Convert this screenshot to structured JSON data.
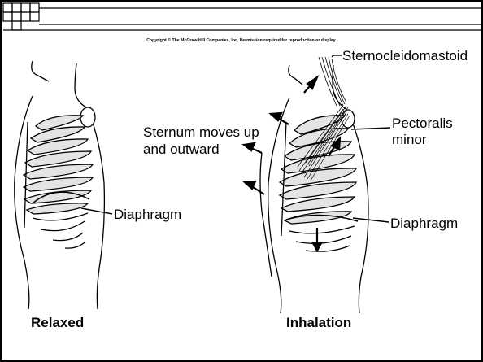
{
  "copyright": "Copyright © The McGraw-Hill Companies, Inc. Permission required for reproduction or display.",
  "labels": {
    "sternocleidomastoid": "Sternocleidomastoid",
    "pectoralis_line1": "Pectoralis",
    "pectoralis_line2": "minor",
    "sternum_line1": "Sternum moves up",
    "sternum_line2": "and outward",
    "diaphragm_left": "Diaphragm",
    "diaphragm_right": "Diaphragm",
    "relaxed": "Relaxed",
    "inhalation": "Inhalation"
  },
  "colors": {
    "line": "#000000",
    "ribs_fill": "#e4e4e4",
    "background": "#ffffff"
  }
}
